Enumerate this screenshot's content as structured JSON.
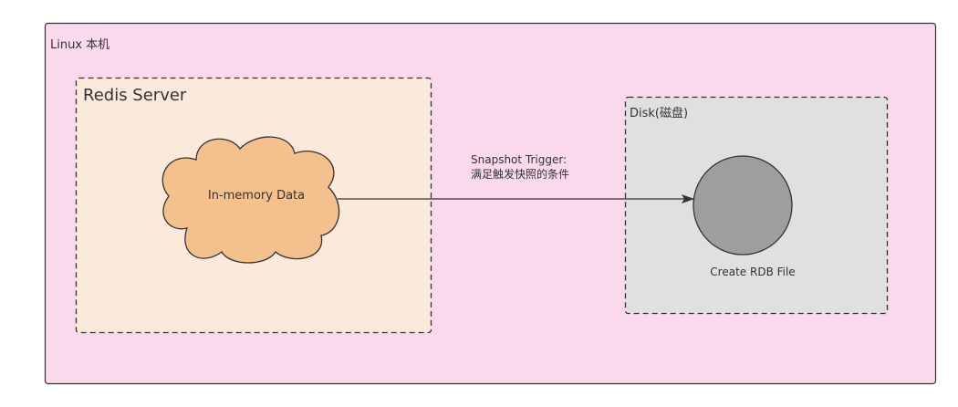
{
  "linux_host": {
    "label": "Linux 本机",
    "fill": "#fad9ec",
    "stroke": "#333333"
  },
  "redis_server": {
    "label": "Redis Server",
    "fill": "#fbe9dc",
    "stroke": "#333333"
  },
  "memory_data": {
    "label": "In-memory Data",
    "fill": "#f4c08e",
    "stroke": "#333333"
  },
  "disk": {
    "label": "Disk(磁盘)",
    "fill": "#e0e0e0",
    "stroke": "#333333"
  },
  "rdb_file": {
    "label": "Create RDB File",
    "fill": "#9e9e9e",
    "stroke": "#333333"
  },
  "trigger": {
    "line1": "Snapshot Trigger:",
    "line2": "满足触发快照的条件",
    "color": "#333333"
  }
}
